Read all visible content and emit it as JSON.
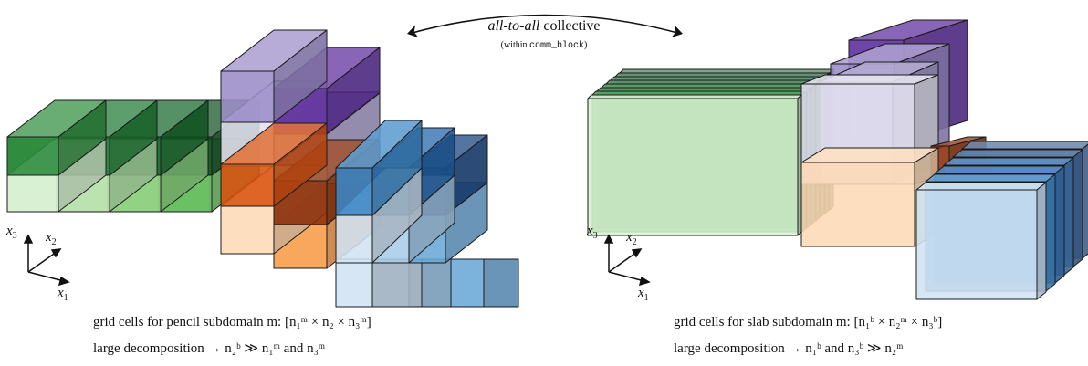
{
  "header": {
    "title_italic": "all-to-all",
    "title_rest": " collective",
    "subtitle_prefix": "(within ",
    "subtitle_code": "comm_block",
    "subtitle_suffix": ")"
  },
  "axes": {
    "x1": "x",
    "x2": "x",
    "x3": "x",
    "s1": "1",
    "s2": "2",
    "s3": "3"
  },
  "left_panel": {
    "caption_line1": "grid cells for pencil subdomain m: [n₁ᵐ × n₂ × n₃ᵐ]",
    "caption_line2": "large decomposition → n₂ᵇ ≫ n₁ᵐ and n₃ᵐ"
  },
  "right_panel": {
    "caption_line1": "grid cells for slab subdomain m: [n₁ᵇ × n₂ᵐ × n₃ᵇ]",
    "caption_line2": "large decomposition → n₁ᵇ and n₃ᵇ ≫ n₂ᵐ"
  },
  "colors": {
    "green": [
      "#2e8b3e",
      "#1f7a33",
      "#14662a",
      "#0e4f1f"
    ],
    "green_light": [
      "#d8f0d2",
      "#b8e3ae",
      "#8fd183",
      "#69bf61"
    ],
    "purple": [
      "#9b8cc8",
      "#5b2a9c"
    ],
    "purple_light": [
      "#e3e1ef",
      "#a59bc9"
    ],
    "orange": [
      "#d9530f",
      "#8b2e08"
    ],
    "orange_light": [
      "#fdd9b5",
      "#f99b48"
    ],
    "blue": [
      "#3a86c6",
      "#1f62a8",
      "#133f7d"
    ],
    "blue_light": [
      "#d1e2f3",
      "#a9cce8",
      "#6aa8d8"
    ]
  }
}
